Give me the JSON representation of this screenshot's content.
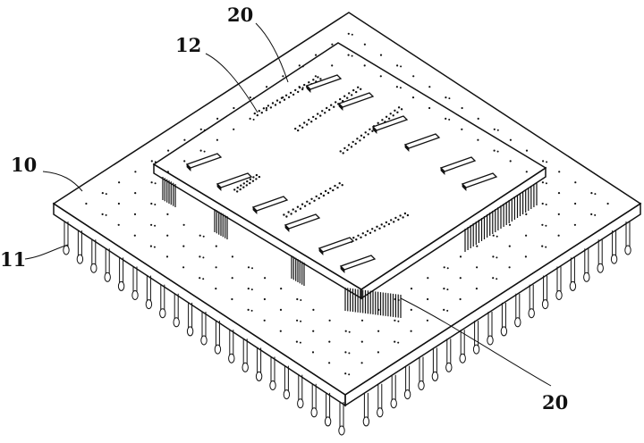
{
  "labels": {
    "base_board": "10",
    "pins": "11",
    "top_board": "12",
    "connector_top": "20",
    "connector_bottom": "20"
  },
  "colors": {
    "ink": "#111111",
    "paper": "#ffffff"
  }
}
